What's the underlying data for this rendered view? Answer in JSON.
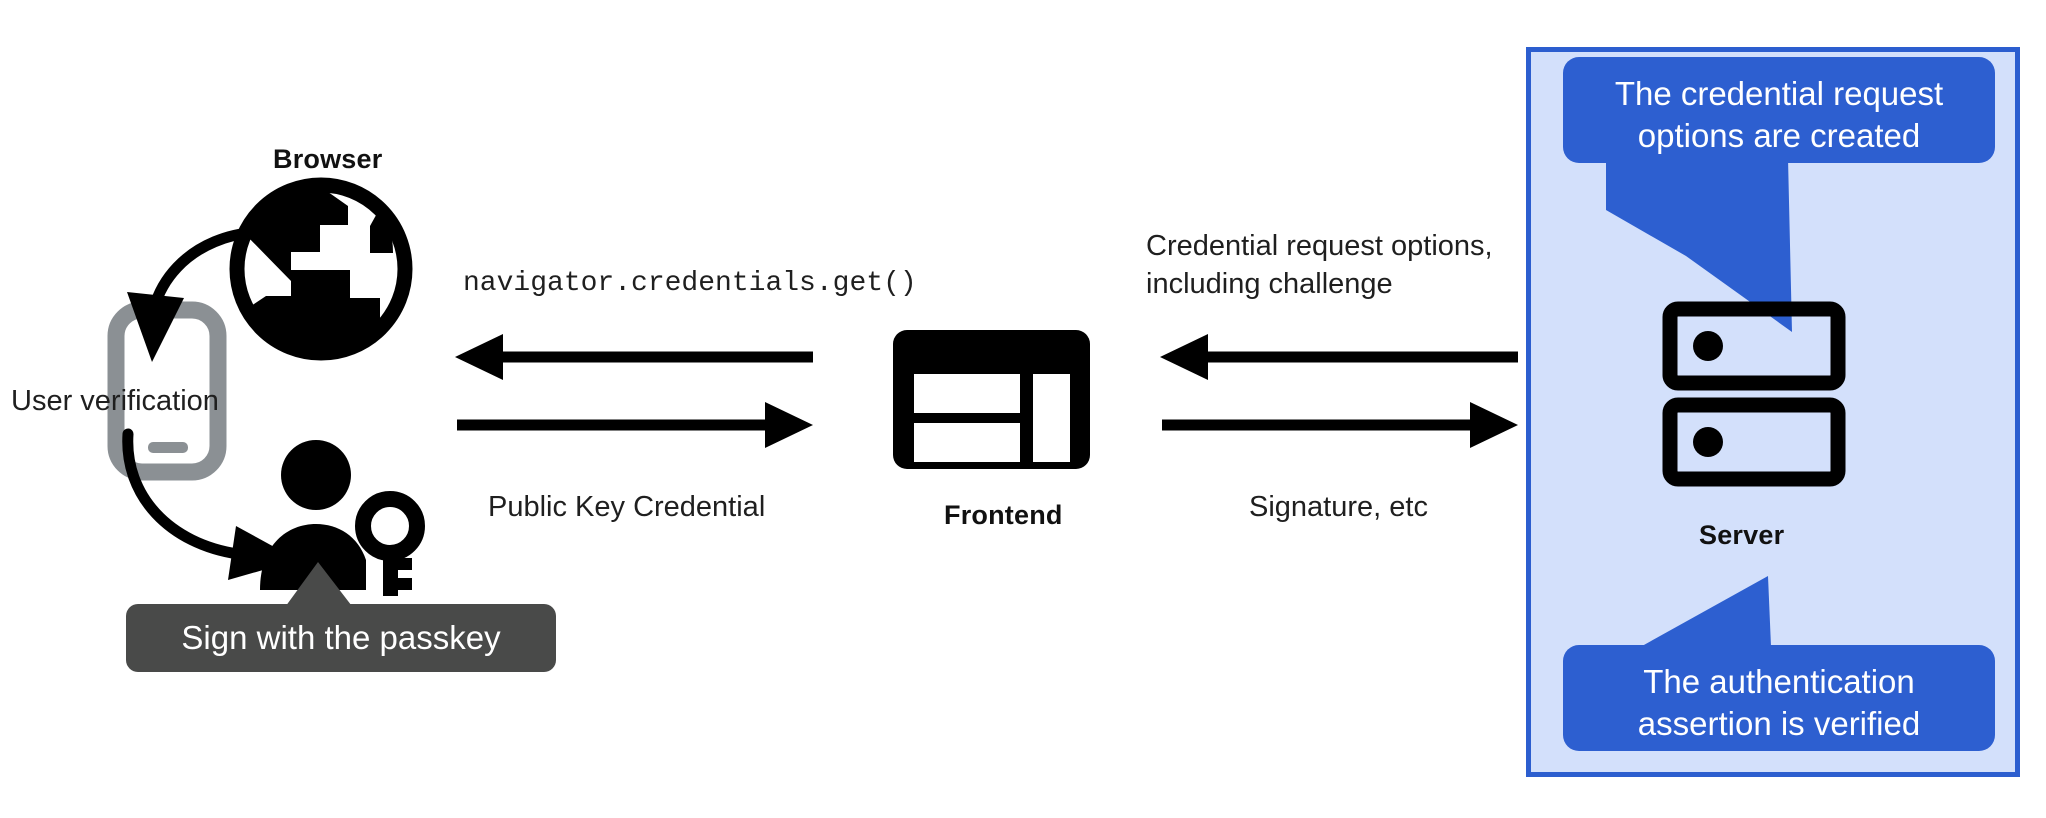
{
  "diagram": {
    "title": "WebAuthn passkey authentication flow",
    "colors": {
      "panel_fill": "#d3e0fb",
      "panel_border": "#2c5ecf",
      "callout_blue": "#2d5fd0",
      "callout_dark": "#494a49",
      "ink": "#111111",
      "phone_gray": "#8b9094"
    },
    "nodes": {
      "browser": {
        "label": "Browser",
        "icon": "globe-icon"
      },
      "phone": {
        "icon": "phone-icon"
      },
      "user": {
        "icon": "user-with-key-icon"
      },
      "frontend": {
        "label": "Frontend",
        "icon": "webpage-layout-icon"
      },
      "server": {
        "label": "Server",
        "icon": "server-rack-icon"
      }
    },
    "left_labels": {
      "user_verification": "User verification"
    },
    "center_arrows": {
      "top_label": "navigator.credentials.get()",
      "bottom_label": "Public Key Credential",
      "top_direction": "left",
      "bottom_direction": "right"
    },
    "right_arrows": {
      "top_label": "Credential request options,\nincluding challenge",
      "bottom_label": "Signature, etc",
      "top_direction": "left",
      "bottom_direction": "right"
    },
    "callouts": {
      "passkey": "Sign with the passkey",
      "credential_options": "The credential request\noptions are created",
      "assertion_verified": "The authentication\nassertion is verified"
    }
  }
}
